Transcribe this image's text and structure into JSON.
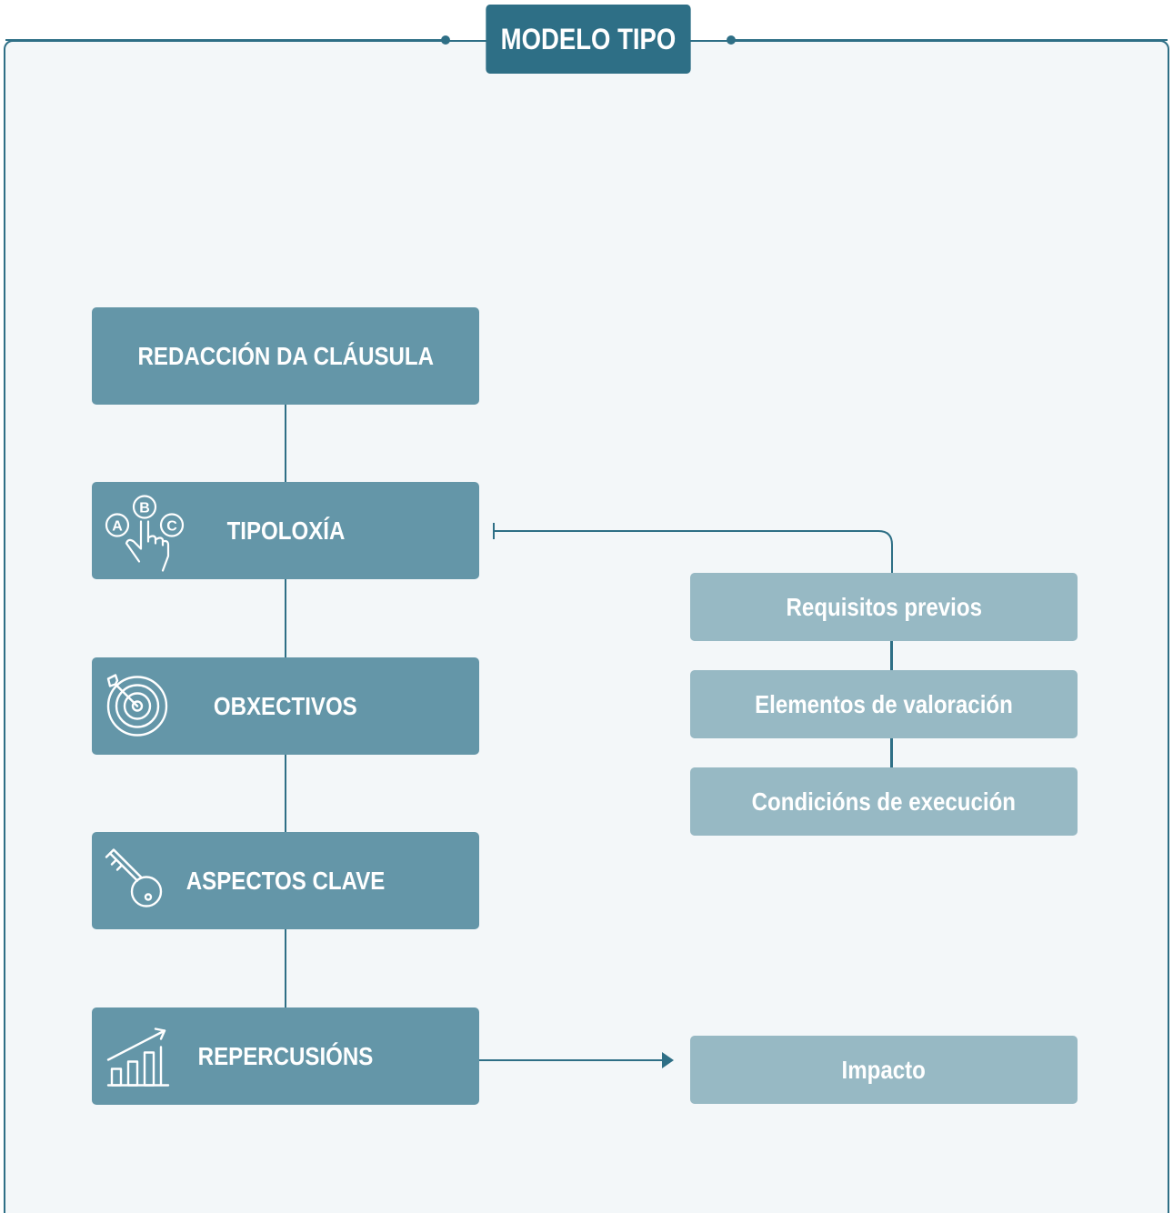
{
  "title": "MODELO TIPO",
  "steps": [
    {
      "label": "REDACCIÓN DA CLÁUSULA",
      "icon": ""
    },
    {
      "label": "TIPOLOXÍA",
      "icon": "abc-choice-hand-icon"
    },
    {
      "label": "OBXECTIVOS",
      "icon": "target-icon"
    },
    {
      "label": "ASPECTOS CLAVE",
      "icon": "key-icon"
    },
    {
      "label": "REPERCUSIÓNS",
      "icon": "growth-chart-icon"
    }
  ],
  "tipoloxia_options": [
    "Requisitos previos",
    "Elementos de valoración",
    "Condicións de execución"
  ],
  "repercusions_result": "Impacto",
  "icon_letters": [
    "A",
    "B",
    "C"
  ],
  "colors": {
    "dark": "#2e6f86",
    "step_box": "#6496a8",
    "sub_box": "#97b9c4",
    "background": "#f3f7f9"
  }
}
